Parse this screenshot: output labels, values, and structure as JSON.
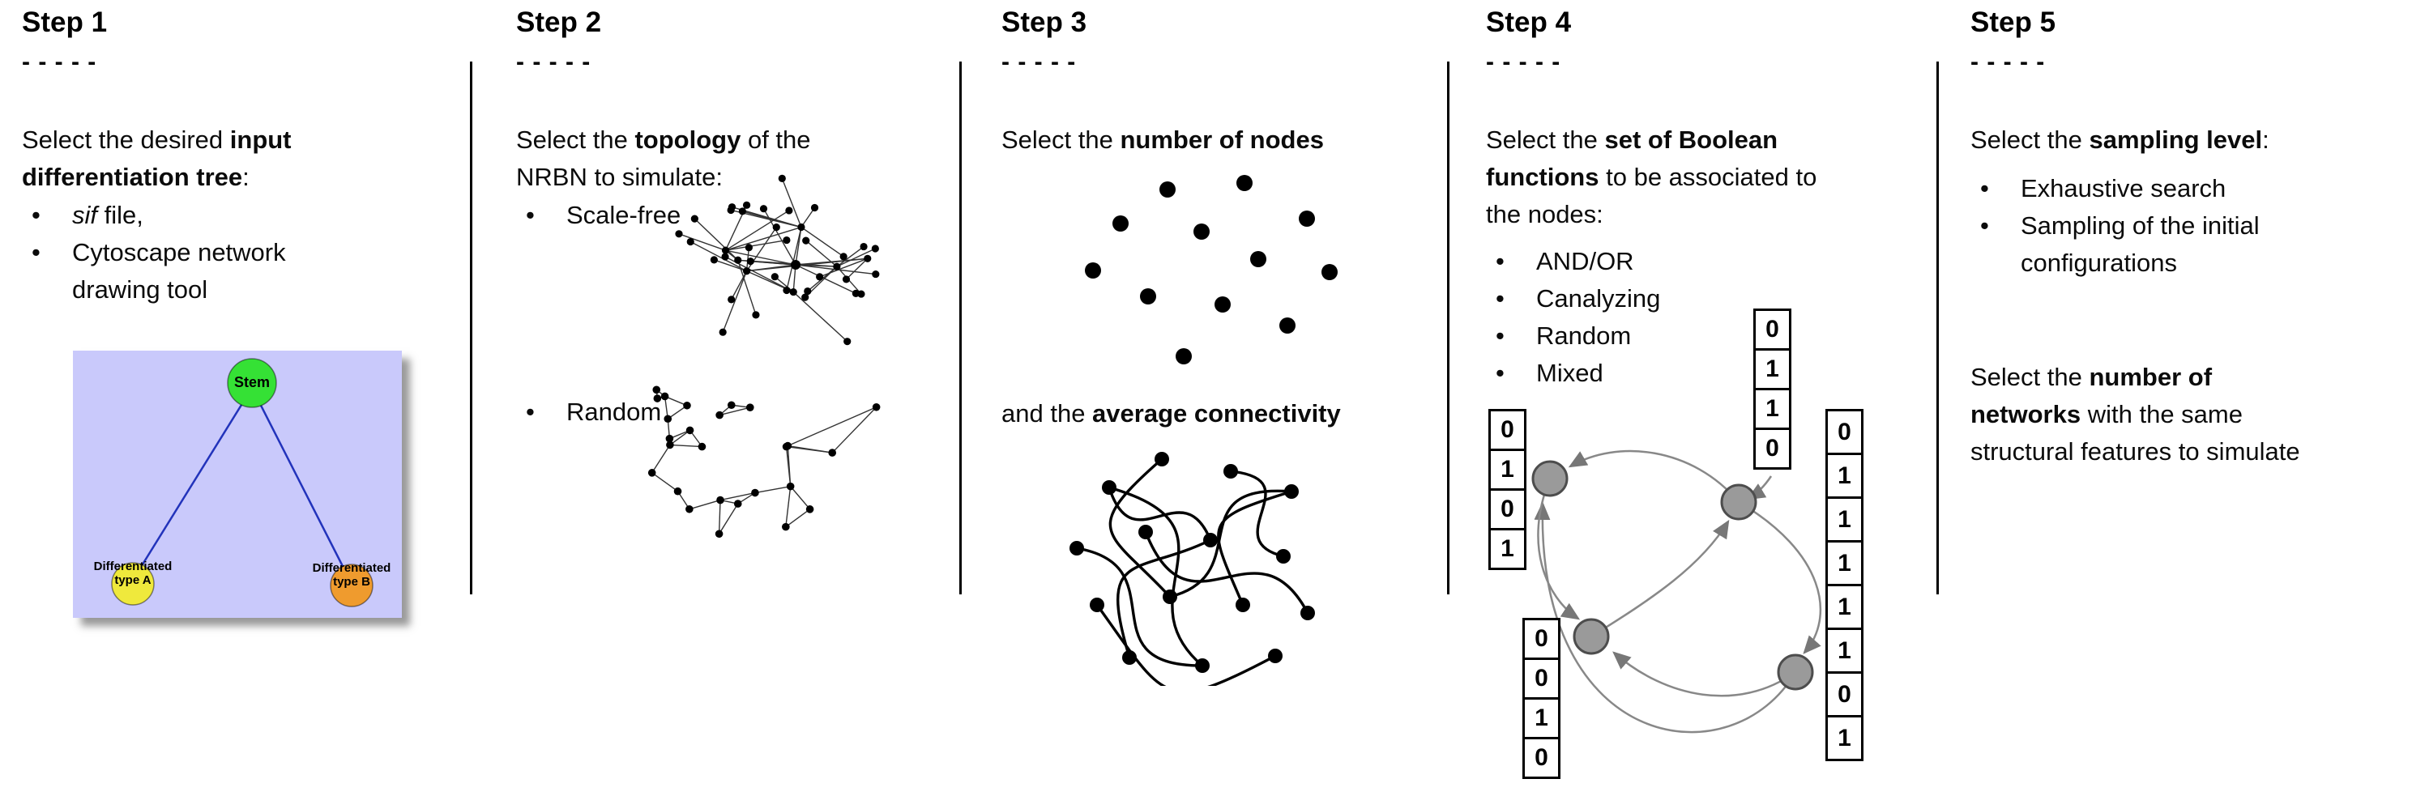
{
  "dashes": "- - - - -",
  "colors": {
    "network_node": "#000000",
    "network_edge": "#333333",
    "graph_node_fill": "#9a9a9a",
    "graph_node_stroke": "#4d4d4d",
    "graph_edge": "#888888",
    "tree_edge": "#2233bb",
    "divider": "#000000"
  },
  "steps": {
    "s1": {
      "title": "Step 1",
      "intro": {
        "pre": "Select the desired ",
        "bold": "input\ndifferentiation tree",
        "post": ":"
      },
      "bullets": [
        {
          "italic": "sif",
          "rest": " file,"
        },
        {
          "text": "Cytoscape network\ndrawing tool"
        }
      ],
      "tree": {
        "stem_label": "Stem",
        "left_label": "Differentiated\ntype A",
        "right_label": "Differentiated\ntype B",
        "stem_color": "#35e135",
        "left_color": "#efe93c",
        "right_color": "#ef9b2e",
        "bg_color": "#c9c9fb"
      }
    },
    "s2": {
      "title": "Step 2",
      "intro": {
        "pre": "Select the ",
        "bold": "topology",
        "post": " of the\nNRBN to simulate:"
      },
      "bullets": [
        {
          "text": "Scale-free"
        },
        {
          "text": "Random"
        }
      ]
    },
    "s3": {
      "title": "Step 3",
      "line1": {
        "pre": "Select the ",
        "bold": "number of nodes"
      },
      "line2": {
        "pre": "and the ",
        "bold": "average connectivity"
      }
    },
    "s4": {
      "title": "Step 4",
      "intro": {
        "pre": "Select the ",
        "bold": "set of Boolean\nfunctions",
        "post": " to be associated to\nthe nodes:"
      },
      "bullets": [
        {
          "text": "AND/OR"
        },
        {
          "text": "Canalyzing"
        },
        {
          "text": "Random"
        },
        {
          "text": "Mixed"
        }
      ],
      "columns": {
        "top": [
          "0",
          "1",
          "1",
          "0"
        ],
        "left": [
          "0",
          "1",
          "0",
          "1"
        ],
        "bottom_left": [
          "0",
          "0",
          "1",
          "0"
        ],
        "right": [
          "0",
          "1",
          "1",
          "1",
          "1",
          "1",
          "0",
          "1"
        ]
      }
    },
    "s5": {
      "title": "Step 5",
      "intro": {
        "pre": "Select the ",
        "bold": "sampling level",
        "post": ":"
      },
      "bullets": [
        {
          "text": "Exhaustive search"
        },
        {
          "text": "Sampling of the initial\nconfigurations"
        }
      ],
      "para2": {
        "pre": "Select the ",
        "bold": "number of\nnetworks",
        "post": " with the same\nstructural features to simulate"
      }
    }
  }
}
